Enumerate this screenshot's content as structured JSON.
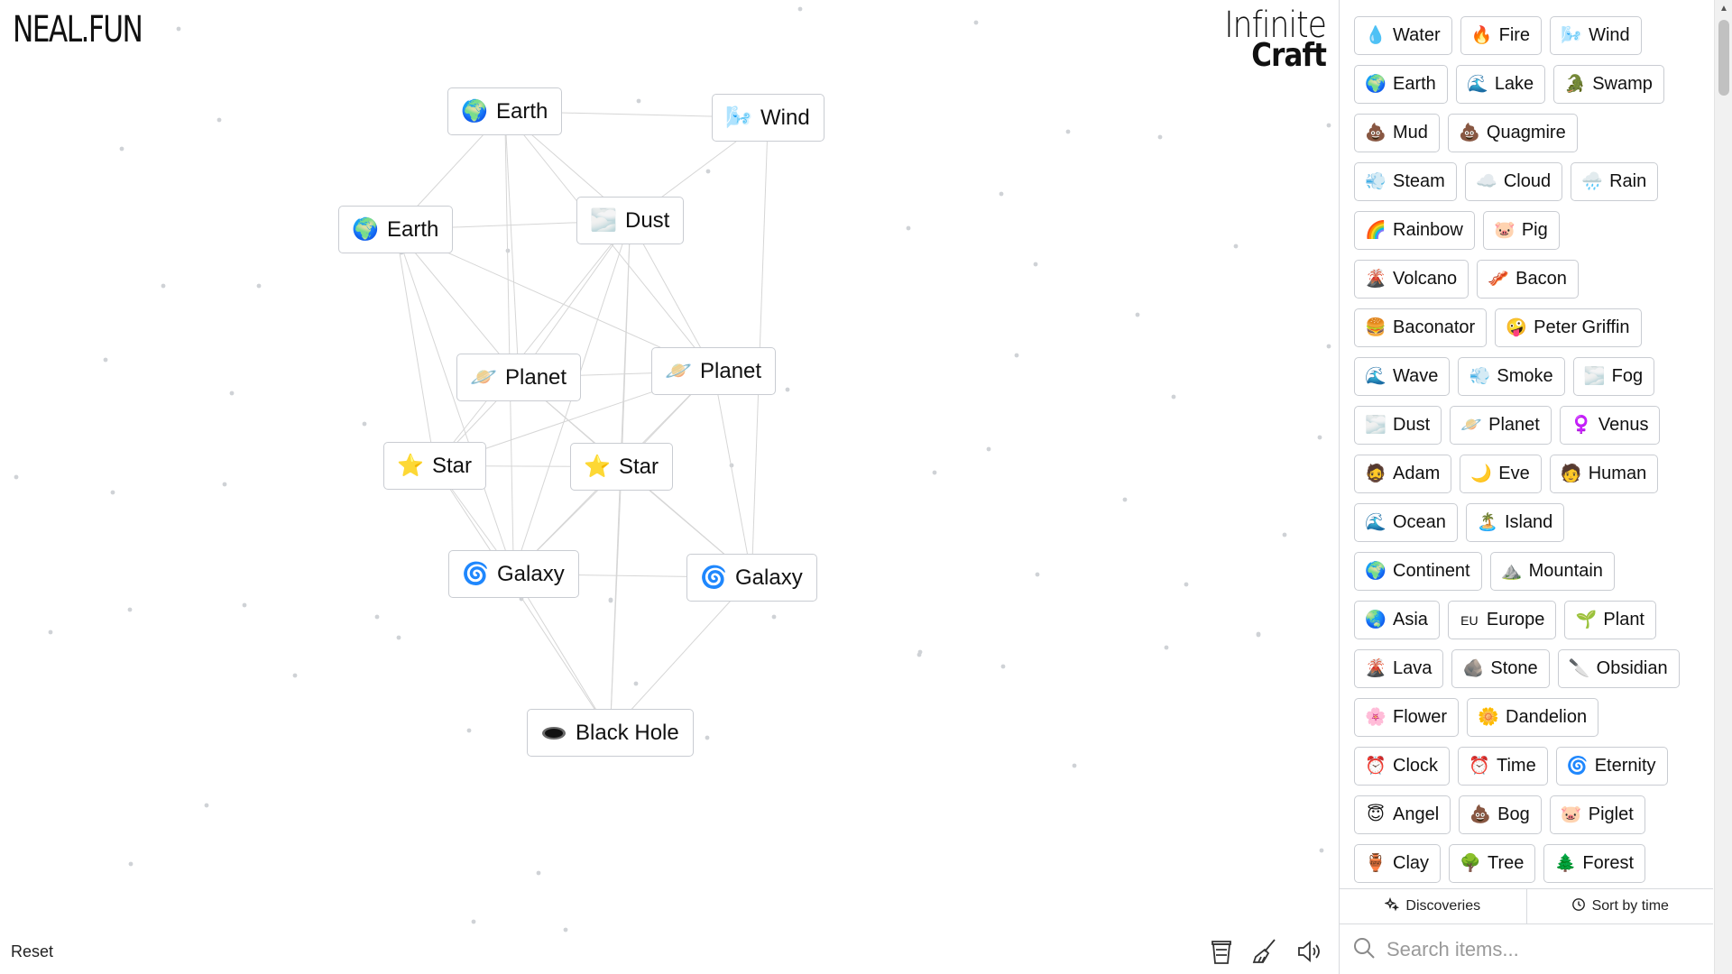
{
  "header": {
    "logo": "NEAL.FUN",
    "brand_line1": "Infinite",
    "brand_line2": "Craft"
  },
  "canvas_nodes": [
    {
      "label": "Earth",
      "icon": "globe-icon"
    },
    {
      "label": "Wind",
      "icon": "wind-icon"
    },
    {
      "label": "Earth",
      "icon": "globe-icon"
    },
    {
      "label": "Dust",
      "icon": "dust-icon"
    },
    {
      "label": "Planet",
      "icon": "ringed-planet-icon"
    },
    {
      "label": "Planet",
      "icon": "ringed-planet-icon"
    },
    {
      "label": "Star",
      "icon": "star-icon"
    },
    {
      "label": "Star",
      "icon": "star-icon"
    },
    {
      "label": "Galaxy",
      "icon": "galaxy-icon"
    },
    {
      "label": "Galaxy",
      "icon": "galaxy-icon"
    },
    {
      "label": "Black Hole",
      "icon": "black-hole-icon"
    }
  ],
  "footer": {
    "reset_label": "Reset"
  },
  "toolbar": {
    "icons": [
      "coffee-cup-icon",
      "broom-icon",
      "speaker-icon"
    ]
  },
  "sidebar": {
    "rows": [
      [
        {
          "label": "Water",
          "icon": "💧"
        },
        {
          "label": "Fire",
          "icon": "🔥"
        },
        {
          "label": "Wind",
          "icon": "🌬️"
        }
      ],
      [
        {
          "label": "Earth",
          "icon": "🌍"
        },
        {
          "label": "Lake",
          "icon": "🌊"
        },
        {
          "label": "Swamp",
          "icon": "🐊"
        }
      ],
      [
        {
          "label": "Mud",
          "icon": "💩"
        },
        {
          "label": "Quagmire",
          "icon": "💩"
        }
      ],
      [
        {
          "label": "Steam",
          "icon": "💨"
        },
        {
          "label": "Cloud",
          "icon": "☁️"
        },
        {
          "label": "Rain",
          "icon": "🌧️"
        }
      ],
      [
        {
          "label": "Rainbow",
          "icon": "🌈"
        },
        {
          "label": "Pig",
          "icon": "🐷"
        }
      ],
      [
        {
          "label": "Volcano",
          "icon": "🌋"
        },
        {
          "label": "Bacon",
          "icon": "🥓"
        }
      ],
      [
        {
          "label": "Baconator",
          "icon": "🍔"
        },
        {
          "label": "Peter Griffin",
          "icon": "🤪"
        }
      ],
      [
        {
          "label": "Wave",
          "icon": "🌊"
        },
        {
          "label": "Smoke",
          "icon": "💨"
        },
        {
          "label": "Fog",
          "icon": "🌫️"
        }
      ],
      [
        {
          "label": "Dust",
          "icon": "🌫️"
        },
        {
          "label": "Planet",
          "icon": "🪐"
        },
        {
          "label": "Venus",
          "icon": "♀️"
        }
      ],
      [
        {
          "label": "Adam",
          "icon": "🧔"
        },
        {
          "label": "Eve",
          "icon": "🌙"
        },
        {
          "label": "Human",
          "icon": "🧑"
        }
      ],
      [
        {
          "label": "Ocean",
          "icon": "🌊"
        },
        {
          "label": "Island",
          "icon": "🏝️"
        }
      ],
      [
        {
          "label": "Continent",
          "icon": "🌍"
        },
        {
          "label": "Mountain",
          "icon": "⛰️"
        }
      ],
      [
        {
          "label": "Asia",
          "icon": "🌏"
        },
        {
          "label": "Europe",
          "icon": "EU"
        },
        {
          "label": "Plant",
          "icon": "🌱"
        }
      ],
      [
        {
          "label": "Lava",
          "icon": "🌋"
        },
        {
          "label": "Stone",
          "icon": "🪨"
        },
        {
          "label": "Obsidian",
          "icon": "🔪"
        }
      ],
      [
        {
          "label": "Flower",
          "icon": "🌸"
        },
        {
          "label": "Dandelion",
          "icon": "🌼"
        }
      ],
      [
        {
          "label": "Clock",
          "icon": "⏰"
        },
        {
          "label": "Time",
          "icon": "⏰"
        },
        {
          "label": "Eternity",
          "icon": "🌀"
        }
      ],
      [
        {
          "label": "Angel",
          "icon": "😇"
        },
        {
          "label": "Bog",
          "icon": "💩"
        },
        {
          "label": "Piglet",
          "icon": "🐷"
        }
      ],
      [
        {
          "label": "Clay",
          "icon": "🏺"
        },
        {
          "label": "Tree",
          "icon": "🌳"
        },
        {
          "label": "Forest",
          "icon": "🌲"
        }
      ]
    ],
    "tabs": {
      "discoveries": "Discoveries",
      "sort": "Sort by time"
    },
    "search": {
      "placeholder": "Search items..."
    }
  },
  "colors": {
    "border": "#c9ccd2",
    "line": "#d6d6d6",
    "star_dot": "#cfd2d6"
  }
}
